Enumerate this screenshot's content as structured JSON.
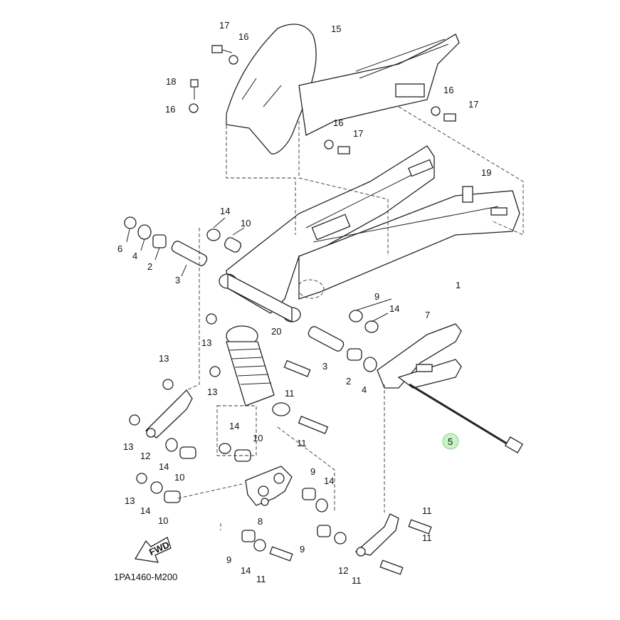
{
  "diagram_code": "1PA1460-M200",
  "fwd_mark": "FWD",
  "highlight_color": "#c9f2c9",
  "callouts": [
    {
      "id": "c1",
      "text": "1"
    },
    {
      "id": "c2a",
      "text": "2"
    },
    {
      "id": "c2b",
      "text": "2"
    },
    {
      "id": "c3a",
      "text": "3"
    },
    {
      "id": "c3b",
      "text": "3"
    },
    {
      "id": "c4a",
      "text": "4"
    },
    {
      "id": "c4b",
      "text": "4"
    },
    {
      "id": "c5",
      "text": "5"
    },
    {
      "id": "c6",
      "text": "6"
    },
    {
      "id": "c7",
      "text": "7"
    },
    {
      "id": "c8",
      "text": "8"
    },
    {
      "id": "c9a",
      "text": "9"
    },
    {
      "id": "c9b",
      "text": "9"
    },
    {
      "id": "c9c",
      "text": "9"
    },
    {
      "id": "c9d",
      "text": "9"
    },
    {
      "id": "c10a",
      "text": "10"
    },
    {
      "id": "c10b",
      "text": "10"
    },
    {
      "id": "c10c",
      "text": "10"
    },
    {
      "id": "c10d",
      "text": "10"
    },
    {
      "id": "c11a",
      "text": "11"
    },
    {
      "id": "c11b",
      "text": "11"
    },
    {
      "id": "c11c",
      "text": "11"
    },
    {
      "id": "c11d",
      "text": "11"
    },
    {
      "id": "c11e",
      "text": "11"
    },
    {
      "id": "c11f",
      "text": "11"
    },
    {
      "id": "c12a",
      "text": "12"
    },
    {
      "id": "c12b",
      "text": "12"
    },
    {
      "id": "c13a",
      "text": "13"
    },
    {
      "id": "c13b",
      "text": "13"
    },
    {
      "id": "c13c",
      "text": "13"
    },
    {
      "id": "c13d",
      "text": "13"
    },
    {
      "id": "c13e",
      "text": "13"
    },
    {
      "id": "c14a",
      "text": "14"
    },
    {
      "id": "c14b",
      "text": "14"
    },
    {
      "id": "c14c",
      "text": "14"
    },
    {
      "id": "c14d",
      "text": "14"
    },
    {
      "id": "c14e",
      "text": "14"
    },
    {
      "id": "c14f",
      "text": "14"
    },
    {
      "id": "c14g",
      "text": "14"
    },
    {
      "id": "c15",
      "text": "15"
    },
    {
      "id": "c16a",
      "text": "16"
    },
    {
      "id": "c16b",
      "text": "16"
    },
    {
      "id": "c16c",
      "text": "16"
    },
    {
      "id": "c16d",
      "text": "16"
    },
    {
      "id": "c17a",
      "text": "17"
    },
    {
      "id": "c17b",
      "text": "17"
    },
    {
      "id": "c17c",
      "text": "17"
    },
    {
      "id": "c18",
      "text": "18"
    },
    {
      "id": "c19",
      "text": "19"
    },
    {
      "id": "c20",
      "text": "20"
    }
  ]
}
